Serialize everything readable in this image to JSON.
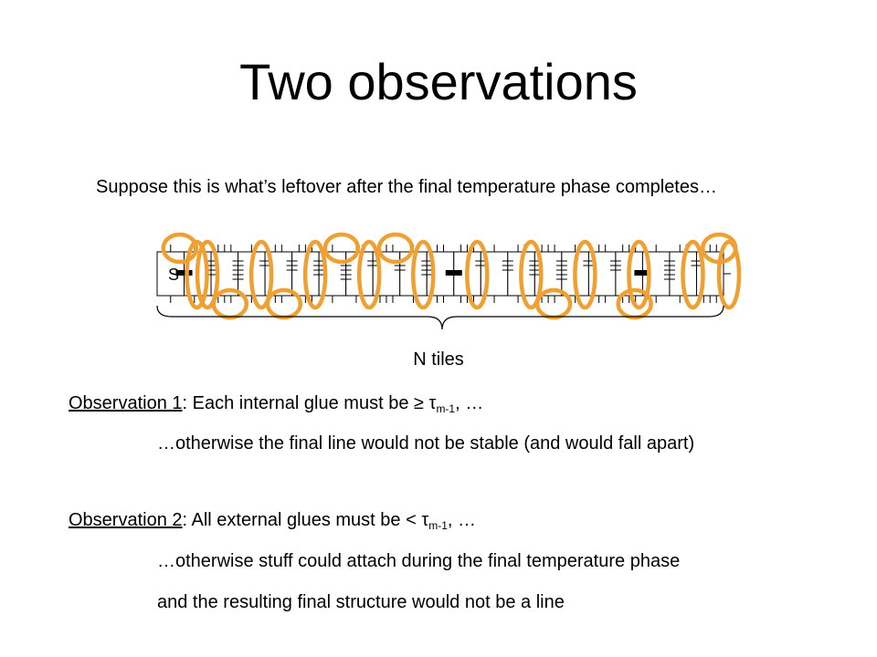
{
  "title": "Two observations",
  "intro": "Suppose this is what’s leftover after the final temperature phase completes…",
  "diagram": {
    "seed_label": "S",
    "brace_label": "N tiles",
    "tile_count": 21,
    "highlight_color": "#F0A030",
    "tile_stroke": "#000000"
  },
  "observation1": {
    "label": "Observation 1",
    "text_before": ": Each internal glue must be ≥ τ",
    "subscript": "m-1",
    "text_after": ", …",
    "continuation": "…otherwise the final line would not be stable (and would fall apart)"
  },
  "observation2": {
    "label": "Observation 2",
    "text_before": ": All external glues must be < τ",
    "subscript": "m-1",
    "text_after": ", …",
    "continuation_1": "…otherwise stuff could attach during the final temperature phase",
    "continuation_2": "and the resulting final structure would not be a line"
  }
}
